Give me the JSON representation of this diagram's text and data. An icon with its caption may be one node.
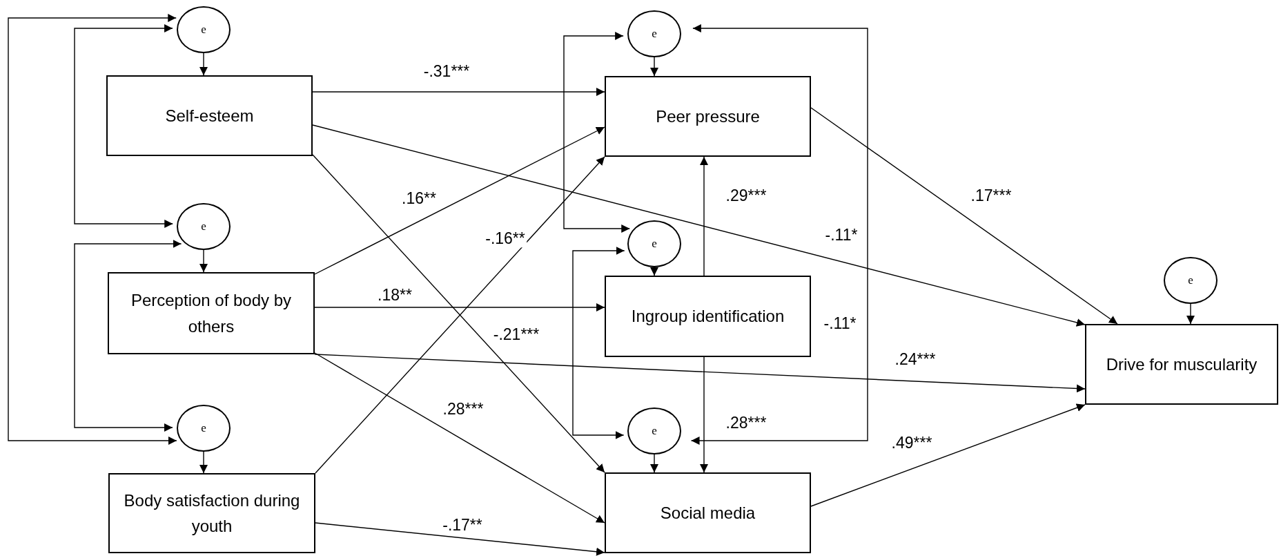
{
  "diagram": {
    "nodes": [
      {
        "text": [
          "e"
        ]
      },
      {
        "text": [
          "Self-esteem"
        ]
      },
      {
        "text": [
          "e"
        ]
      },
      {
        "text": [
          "Perception of body by others"
        ]
      },
      {
        "text": [
          "e"
        ]
      },
      {
        "text": [
          "Body satisfaction during youth"
        ]
      },
      {
        "text": [
          "e"
        ]
      },
      {
        "text": [
          "Peer pressure"
        ]
      },
      {
        "text": [
          "e"
        ]
      },
      {
        "text": [
          "Ingroup identification"
        ]
      },
      {
        "text": [
          "e"
        ]
      },
      {
        "text": [
          "Social media"
        ]
      },
      {
        "text": [
          "e"
        ]
      },
      {
        "text": [
          "Drive for muscularity"
        ]
      }
    ],
    "edges": [
      {
        "from": 0,
        "to": 1,
        "arrow": "to"
      },
      {
        "from": 2,
        "to": 3,
        "arrow": "to"
      },
      {
        "from": 4,
        "to": 5,
        "arrow": "to"
      },
      {
        "from": 6,
        "to": 7,
        "arrow": "to"
      },
      {
        "from": 8,
        "to": 9,
        "arrow": "to"
      },
      {
        "from": 10,
        "to": 11,
        "arrow": "to"
      },
      {
        "from": 12,
        "to": 13,
        "arrow": "to"
      },
      {
        "from": 1,
        "to": 7,
        "arrow": "to",
        "label": "-.31***"
      },
      {
        "from": 1,
        "to": 13,
        "arrow": "to",
        "label": "-.11*"
      },
      {
        "from": 1,
        "to": 11,
        "arrow": "to",
        "label": "-.21***"
      },
      {
        "from": 3,
        "to": 7,
        "arrow": "to",
        "label": ".16**"
      },
      {
        "from": 3,
        "to": 9,
        "arrow": "to",
        "label": ".18**"
      },
      {
        "from": 3,
        "to": 13,
        "arrow": "to",
        "label": ".24***"
      },
      {
        "from": 3,
        "to": 11,
        "arrow": "to",
        "label": ".28***"
      },
      {
        "from": 5,
        "to": 7,
        "arrow": "to",
        "label": "-.16**"
      },
      {
        "from": 5,
        "to": 11,
        "arrow": "to",
        "label": "-.17**"
      },
      {
        "from": 7,
        "to": 13,
        "arrow": "to",
        "label": ".17***"
      },
      {
        "from": 9,
        "to": 7,
        "arrow": "to",
        "label": ".29***"
      },
      {
        "from": 9,
        "to": 11,
        "arrow": "to",
        "label": ".28***"
      },
      {
        "from": 11,
        "to": 13,
        "arrow": "to",
        "label": ".49***"
      },
      {
        "from": 0,
        "to": 4,
        "arrow": "both"
      },
      {
        "from": 0,
        "to": 2,
        "arrow": "both"
      },
      {
        "from": 2,
        "to": 4,
        "arrow": "both"
      },
      {
        "from": 6,
        "to": 8,
        "arrow": "both"
      },
      {
        "from": 8,
        "to": 10,
        "arrow": "both"
      },
      {
        "from": 6,
        "to": 10,
        "arrow": "both",
        "label": "-.11*"
      }
    ]
  }
}
